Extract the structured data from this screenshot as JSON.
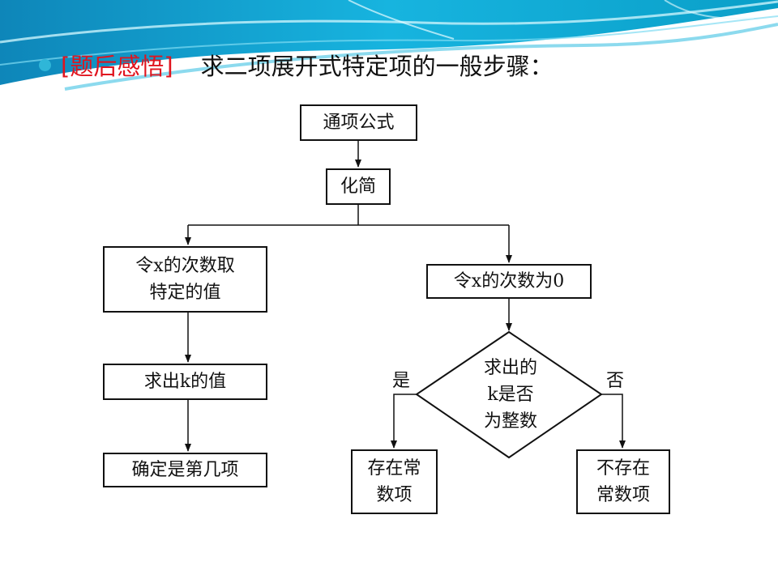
{
  "heading": {
    "tag": "[题后感悟]",
    "title": "求二项展开式特定项的一般步骤："
  },
  "flow": {
    "step1": "通项公式",
    "step2": "化简",
    "left_step1": [
      "令x的次数取",
      "特定的值"
    ],
    "left_step2": "求出k的值",
    "left_step3": "确定是第几项",
    "right_step1": "令x的次数为0",
    "decision": [
      "求出的",
      "k是否",
      "为整数"
    ],
    "yes_label": "是",
    "no_label": "否",
    "yes_result": [
      "存在常",
      "数项"
    ],
    "no_result": [
      "不存在",
      "常数项"
    ]
  },
  "colors": {
    "accent_red": "#e0141e",
    "banner_teal": "#0a9fc8",
    "bullet": "#2fb6d8"
  }
}
